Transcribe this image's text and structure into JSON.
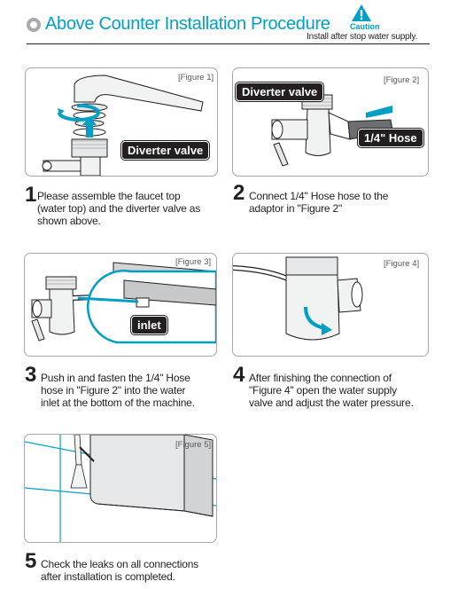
{
  "header": {
    "title": "Above Counter Installation Procedure",
    "caution_label": "Caution",
    "caution_text": "Install after stop water supply."
  },
  "figures": [
    {
      "label": "[Figure 1]",
      "callout": "Diverter valve"
    },
    {
      "label": "[Figure 2]",
      "callouts": [
        "Diverter valve",
        "1/4\" Hose"
      ]
    },
    {
      "label": "[Figure 3]",
      "callout": "inlet"
    },
    {
      "label": "[Figure 4]"
    },
    {
      "label": "[Figure 5]"
    }
  ],
  "steps": [
    {
      "number": "1",
      "lines": [
        "Please assemble the faucet top",
        "(water top) and the diverter valve as",
        "shown above."
      ]
    },
    {
      "number": "2",
      "lines": [
        "Connect 1/4\" Hose hose to the",
        "adaptor in \"Figure 2\""
      ]
    },
    {
      "number": "3",
      "lines": [
        "Push in and fasten the 1/4\" Hose",
        "hose in \"Figure 2\" into the water",
        "inlet at the bottom of the machine."
      ]
    },
    {
      "number": "4",
      "lines": [
        "After finishing the connection of",
        "\"Figure 4\" open the water supply",
        "valve and adjust the water pressure."
      ]
    },
    {
      "number": "5",
      "lines": [
        "Check the leaks on all connections",
        "after installation is completed."
      ]
    }
  ],
  "colors": {
    "accent": "#00a0c6",
    "border": "#a7a9ac",
    "text": "#231f20"
  }
}
